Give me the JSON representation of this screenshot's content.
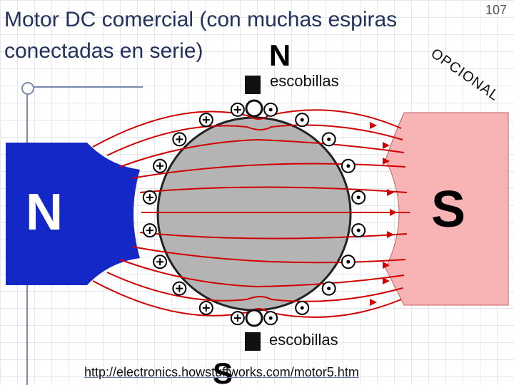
{
  "slide": {
    "title": "Motor DC comercial (con muchas espiras conectadas en serie)",
    "number": "107",
    "optional_stamp": "OPCIONAL"
  },
  "diagram": {
    "rotor_pole_top": "N",
    "rotor_pole_bottom": "S",
    "stator_pole_left": "N",
    "stator_pole_right": "S",
    "brush_label_top": "escobillas",
    "brush_label_bottom": "escobillas",
    "source_url": "http://electronics.howstuffworks.com/motor5.htm",
    "colors": {
      "north_pole": "#1428c8",
      "south_pole": "#f8b4b4",
      "field_lines": "#d00000",
      "rotor": "#b4b4b4"
    }
  }
}
